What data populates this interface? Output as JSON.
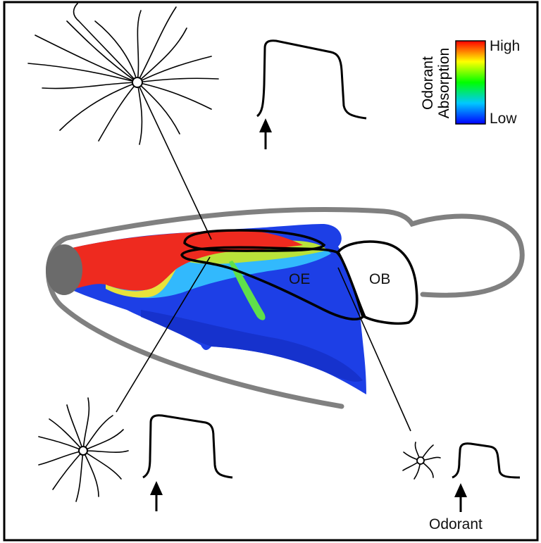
{
  "legend": {
    "title_line1": "Odorant",
    "title_line2": "Absorption",
    "high_label": "High",
    "low_label": "Low",
    "colormap": [
      "#ff0000",
      "#ffff00",
      "#00ff00",
      "#00c8ff",
      "#0000ff"
    ]
  },
  "regions": {
    "oe_label": "OE",
    "ob_label": "OB"
  },
  "stimulus": {
    "label": "Odorant"
  },
  "colors": {
    "outline": "#808080",
    "nostril": "#6b6b6b",
    "high_absorption": "#ee2a1f",
    "mid_absorption": "#b9e23a",
    "low_absorption": "#1a3be8"
  }
}
